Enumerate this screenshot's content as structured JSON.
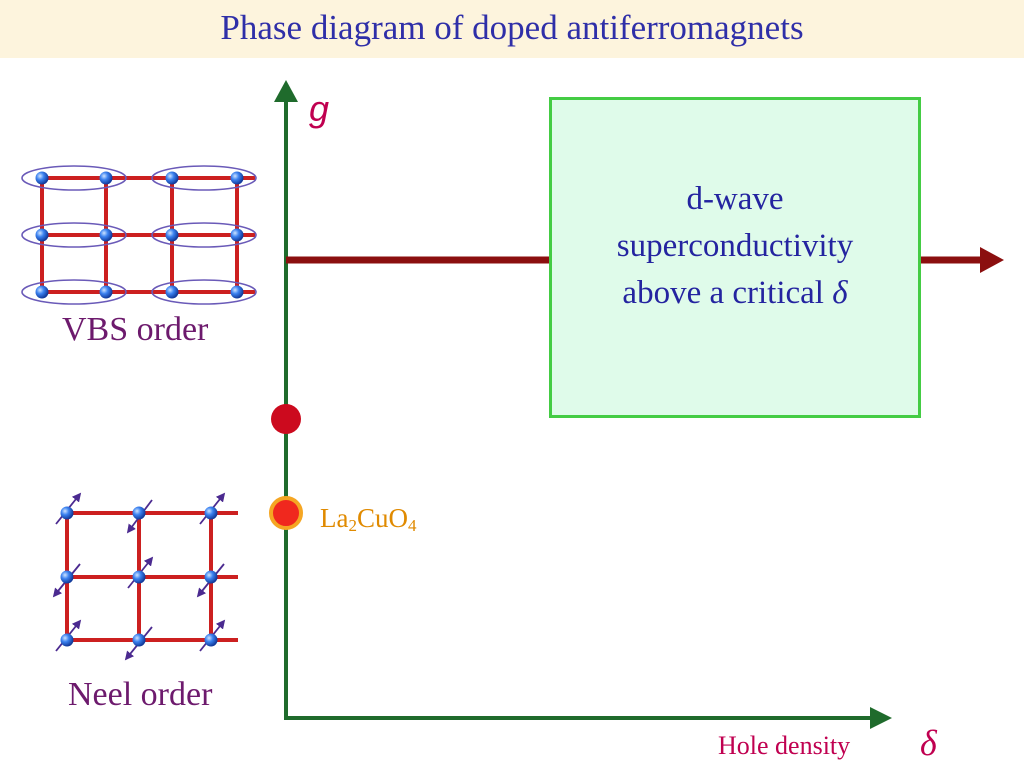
{
  "title": "Phase diagram of doped antiferromagnets",
  "axes": {
    "y_label": "g",
    "x_symbol": "δ",
    "x_label": "Hole density"
  },
  "phases": {
    "vbs_label": "VBS order",
    "neel_label": "Neel order",
    "superconductivity": {
      "line1": "d-wave",
      "line2": "superconductivity",
      "line3": "above a critical",
      "symbol": "δ"
    }
  },
  "points": {
    "material_name": "La",
    "material_sub1": "2",
    "material_mid": "CuO",
    "material_sub2": "4"
  },
  "colors": {
    "axis": "#1f6b2c",
    "transition_line": "#8b0f0f",
    "critical_point": "#cc0a1e",
    "material_point_fill": "#f0281e",
    "material_point_ring": "#f5a623",
    "lattice_bond": "#cc2020",
    "spin_arrow": "#4b2a90",
    "dimer_ring": "#6a5ab8",
    "site": "#2a6ae0"
  }
}
